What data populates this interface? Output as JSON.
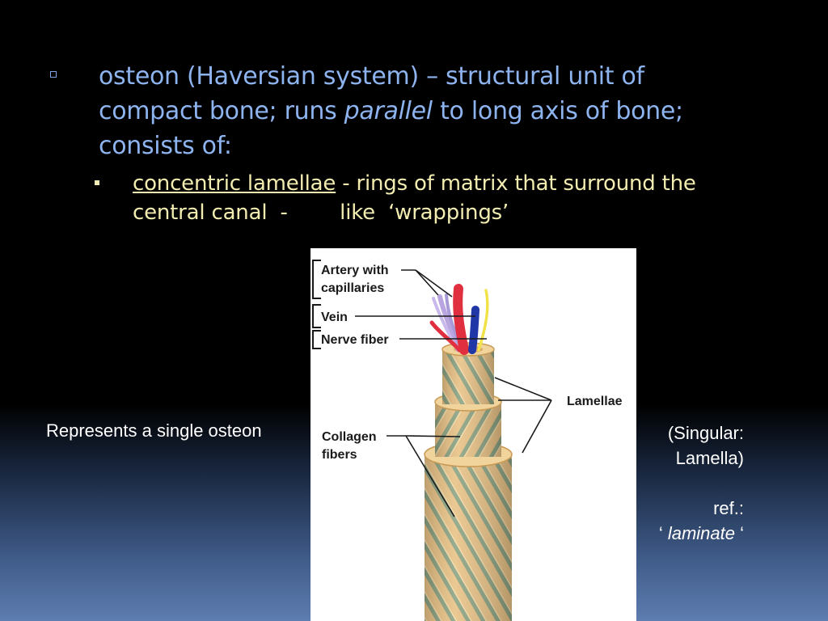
{
  "slide": {
    "bullet1": {
      "part1": "osteon (Haversian system) – structural unit of compact bone; runs ",
      "emphasis": "parallel",
      "part2": " to long axis of bone; consists of:"
    },
    "bullet2": {
      "term": "concentric lamellae",
      "rest": " - rings of matrix that surround the central canal  -        like  ‘wrappings’"
    },
    "left_caption": "Represents a single osteon",
    "right_notes": {
      "singular_line1": "(Singular:",
      "singular_line2": "Lamella)",
      "ref_label": "ref.:",
      "ref_open": "‘ ",
      "ref_word": "laminate",
      "ref_close": " ‘"
    }
  },
  "figure": {
    "labels": {
      "artery_line1": "Artery with",
      "artery_line2": "capillaries",
      "vein": "Vein",
      "nerve": "Nerve fiber",
      "lamellae": "Lamellae",
      "collagen_line1": "Collagen",
      "collagen_line2": "fibers"
    }
  },
  "colors": {
    "bullet1_text": "#8eb4f0",
    "bullet2_text": "#f2ecb0",
    "artery": "#e03040",
    "vein": "#2037a8",
    "nerve": "#f2e24a",
    "capillaries": "#b9a6e0",
    "lamella_base": "#e8c184",
    "fiber_stripe": "#8aa180"
  }
}
